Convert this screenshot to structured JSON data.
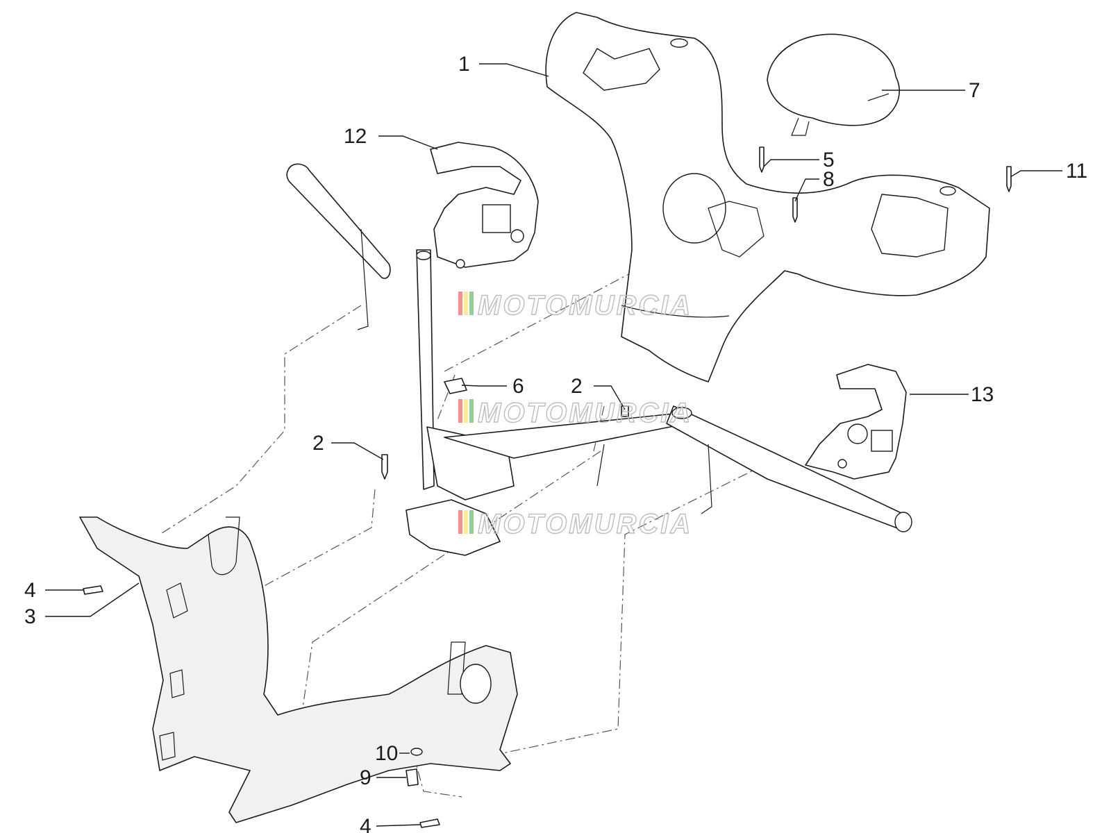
{
  "callouts": [
    {
      "id": "1",
      "label": "1"
    },
    {
      "id": "2a",
      "label": "2"
    },
    {
      "id": "2b",
      "label": "2"
    },
    {
      "id": "3",
      "label": "3"
    },
    {
      "id": "4a",
      "label": "4"
    },
    {
      "id": "4b",
      "label": "4"
    },
    {
      "id": "5",
      "label": "5"
    },
    {
      "id": "6",
      "label": "6"
    },
    {
      "id": "7",
      "label": "7"
    },
    {
      "id": "8",
      "label": "8"
    },
    {
      "id": "9",
      "label": "9"
    },
    {
      "id": "10",
      "label": "10"
    },
    {
      "id": "11",
      "label": "11"
    },
    {
      "id": "12",
      "label": "12"
    },
    {
      "id": "13",
      "label": "13"
    }
  ],
  "watermark": {
    "text": "MOTOMURCIA",
    "colors": [
      "#e53935",
      "#fdd835",
      "#43a047"
    ]
  }
}
